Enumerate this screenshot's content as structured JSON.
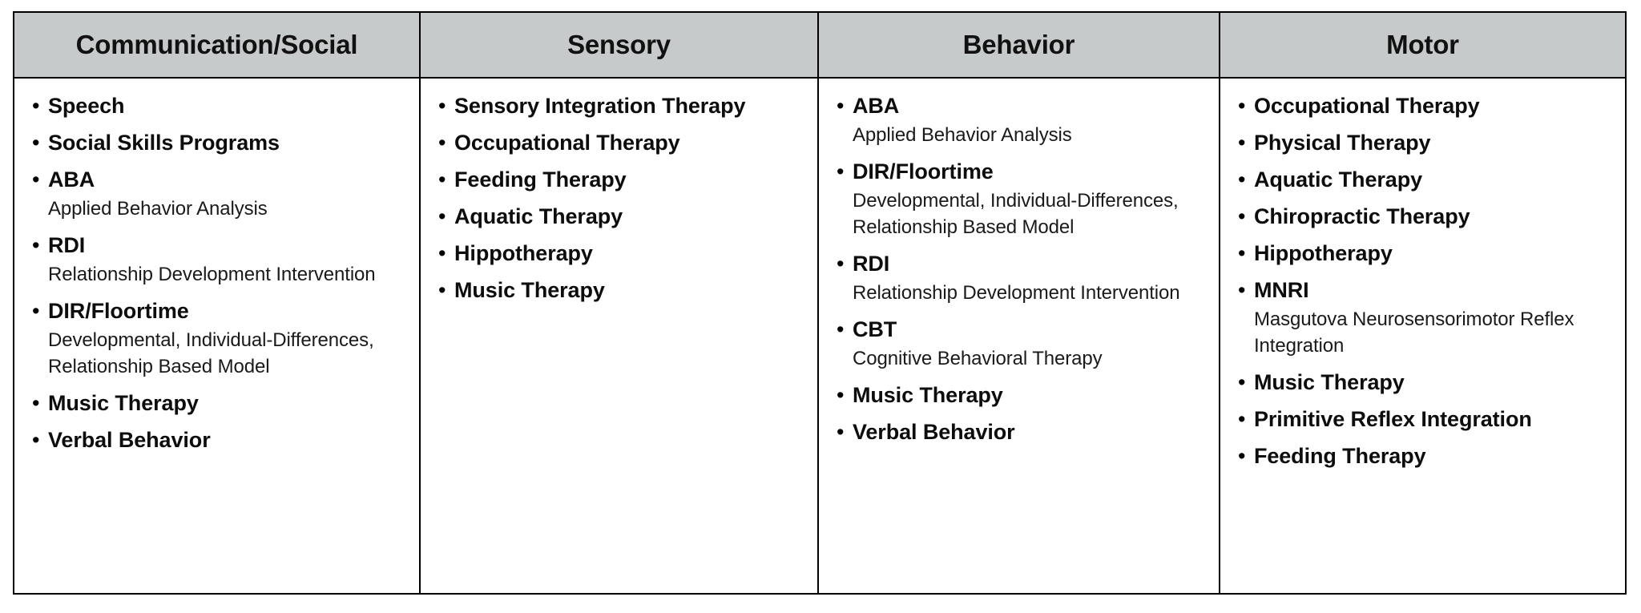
{
  "table": {
    "columns": [
      {
        "header": "Communication/Social",
        "items": [
          {
            "label": "Speech",
            "sub": ""
          },
          {
            "label": "Social Skills Programs",
            "sub": ""
          },
          {
            "label": "ABA",
            "sub": "Applied Behavior Analysis"
          },
          {
            "label": "RDI",
            "sub": "Relationship Development Intervention"
          },
          {
            "label": "DIR/Floortime",
            "sub": "Developmental, Individual-Differences, Relationship Based Model"
          },
          {
            "label": "Music Therapy",
            "sub": ""
          },
          {
            "label": "Verbal Behavior",
            "sub": ""
          }
        ]
      },
      {
        "header": "Sensory",
        "items": [
          {
            "label": "Sensory Integration Therapy",
            "sub": ""
          },
          {
            "label": "Occupational Therapy",
            "sub": ""
          },
          {
            "label": "Feeding Therapy",
            "sub": ""
          },
          {
            "label": "Aquatic Therapy",
            "sub": ""
          },
          {
            "label": "Hippotherapy",
            "sub": ""
          },
          {
            "label": "Music Therapy",
            "sub": ""
          }
        ]
      },
      {
        "header": "Behavior",
        "items": [
          {
            "label": "ABA",
            "sub": "Applied Behavior Analysis"
          },
          {
            "label": "DIR/Floortime",
            "sub": "Developmental, Individual-Differences, Relationship Based Model"
          },
          {
            "label": "RDI",
            "sub": "Relationship Development Intervention"
          },
          {
            "label": "CBT",
            "sub": "Cognitive Behavioral Therapy"
          },
          {
            "label": "Music Therapy",
            "sub": ""
          },
          {
            "label": "Verbal Behavior",
            "sub": ""
          }
        ]
      },
      {
        "header": "Motor",
        "items": [
          {
            "label": "Occupational Therapy",
            "sub": ""
          },
          {
            "label": "Physical Therapy",
            "sub": ""
          },
          {
            "label": "Aquatic Therapy",
            "sub": ""
          },
          {
            "label": "Chiropractic Therapy",
            "sub": ""
          },
          {
            "label": "Hippotherapy",
            "sub": ""
          },
          {
            "label": "MNRI",
            "sub": "Masgutova Neurosensorimotor Reflex Integration"
          },
          {
            "label": "Music Therapy",
            "sub": ""
          },
          {
            "label": "Primitive Reflex Integration",
            "sub": ""
          },
          {
            "label": "Feeding Therapy",
            "sub": ""
          }
        ]
      }
    ],
    "bullet_glyph": "•",
    "colors": {
      "header_background": "#c6cacb",
      "border": "#000000",
      "body_background": "#ffffff",
      "text": "#0d0d0d"
    }
  }
}
